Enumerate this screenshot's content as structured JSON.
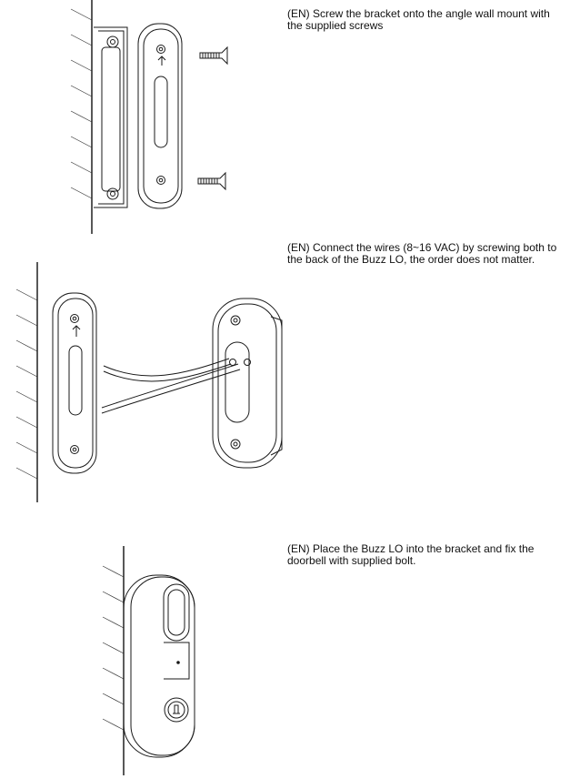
{
  "steps": [
    {
      "caption": "(EN) Screw the bracket onto the angle wall mount with the supplied screws"
    },
    {
      "caption": "(EN) Connect the wires (8~16 VAC) by screwing both to the back of the Buzz LO, the order does not matter."
    },
    {
      "caption": "(EN) Place the Buzz LO into the bracket and fix the doorbell with supplied bolt."
    }
  ]
}
